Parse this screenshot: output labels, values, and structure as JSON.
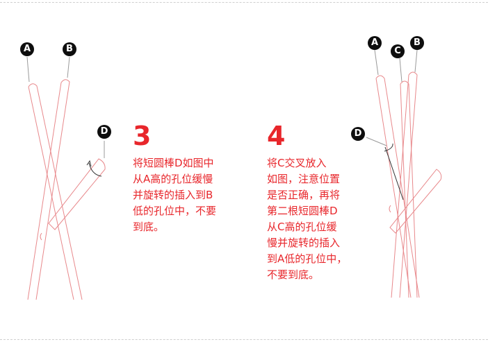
{
  "colors": {
    "accent": "#e8262b",
    "rod_line": "#e8888b",
    "badge_bg": "#0e0e0e",
    "badge_text": "#ffffff",
    "divider": "#cfcfcf"
  },
  "left_panel": {
    "labels": {
      "a": "A",
      "b": "B",
      "d": "D"
    }
  },
  "right_panel": {
    "labels": {
      "a": "A",
      "b": "B",
      "c": "C",
      "d": "D"
    }
  },
  "steps": [
    {
      "number": "3",
      "lines": [
        "将短圆棒D如图中",
        "从A高的孔位缓慢",
        "并旋转的插入到B",
        "低的孔位中，不要",
        "到底。"
      ]
    },
    {
      "number": "4",
      "lines": [
        "将C交叉放入",
        "如图，注意位置",
        "是否正确，再将",
        "第二根短圆棒D",
        "从C高的孔位缓",
        "慢并旋转的插入",
        "到A低的孔位中，",
        "不要到底。"
      ]
    }
  ]
}
